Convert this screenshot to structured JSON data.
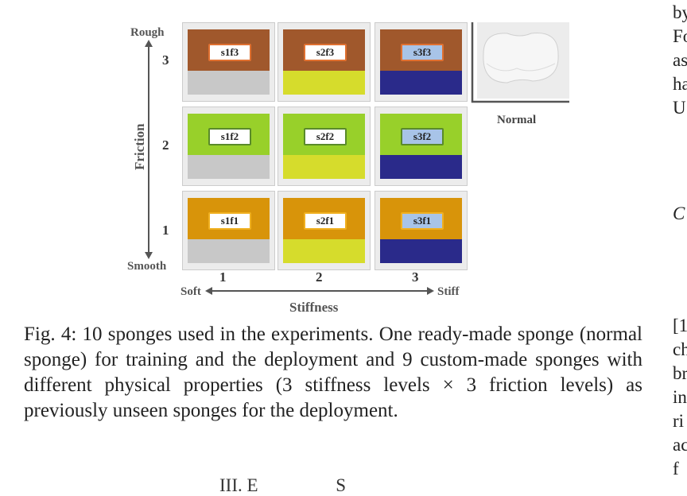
{
  "figure": {
    "y_axis": {
      "label": "Friction",
      "top": "Rough",
      "bottom": "Smooth",
      "ticks": [
        "3",
        "2",
        "1"
      ]
    },
    "x_axis": {
      "label": "Stiffness",
      "left": "Soft",
      "right": "Stiff",
      "ticks": [
        "1",
        "2",
        "3"
      ]
    },
    "rows": [
      {
        "friction": "3",
        "top_color": "#a0582c",
        "cells": [
          {
            "tag": "s1f3",
            "bottom_color": "#c8c8c8",
            "tag_fill": "#ffffff",
            "tag_border": "#e07030"
          },
          {
            "tag": "s2f3",
            "bottom_color": "#d6dc2c",
            "tag_fill": "#ffffff",
            "tag_border": "#e07030"
          },
          {
            "tag": "s3f3",
            "bottom_color": "#2a2a8a",
            "tag_fill": "#a8c4e8",
            "tag_border": "#e07030"
          }
        ]
      },
      {
        "friction": "2",
        "top_color": "#98d02a",
        "cells": [
          {
            "tag": "s1f2",
            "bottom_color": "#c8c8c8",
            "tag_fill": "#ffffff",
            "tag_border": "#5a8a2a"
          },
          {
            "tag": "s2f2",
            "bottom_color": "#d6dc2c",
            "tag_fill": "#ffffff",
            "tag_border": "#5a8a2a"
          },
          {
            "tag": "s3f2",
            "bottom_color": "#2a2a8a",
            "tag_fill": "#a8c4e8",
            "tag_border": "#5a8a2a"
          }
        ]
      },
      {
        "friction": "1",
        "top_color": "#d8940a",
        "cells": [
          {
            "tag": "s1f1",
            "bottom_color": "#c8c8c8",
            "tag_fill": "#ffffff",
            "tag_border": "#f0b020"
          },
          {
            "tag": "s2f1",
            "bottom_color": "#d6dc2c",
            "tag_fill": "#ffffff",
            "tag_border": "#f0b020"
          },
          {
            "tag": "s3f1",
            "bottom_color": "#2a2a8a",
            "tag_fill": "#a8c4e8",
            "tag_border": "#f0b020"
          }
        ]
      }
    ],
    "normal_label": "Normal"
  },
  "caption": "Fig. 4: 10 sponges used in the experiments. One ready-made sponge (normal sponge) for training and the deployment and 9 custom-made sponges with different physical properties (3 stiffness levels × 3 friction levels) as previously unseen sponges for the deployment.",
  "right_column_fragments": [
    "by",
    "Fo",
    "as",
    "ha",
    "U",
    "C",
    "[1",
    "ch",
    "br",
    "in",
    "ri",
    "ac",
    "f"
  ],
  "bottom_fragment": "III. E                 S"
}
